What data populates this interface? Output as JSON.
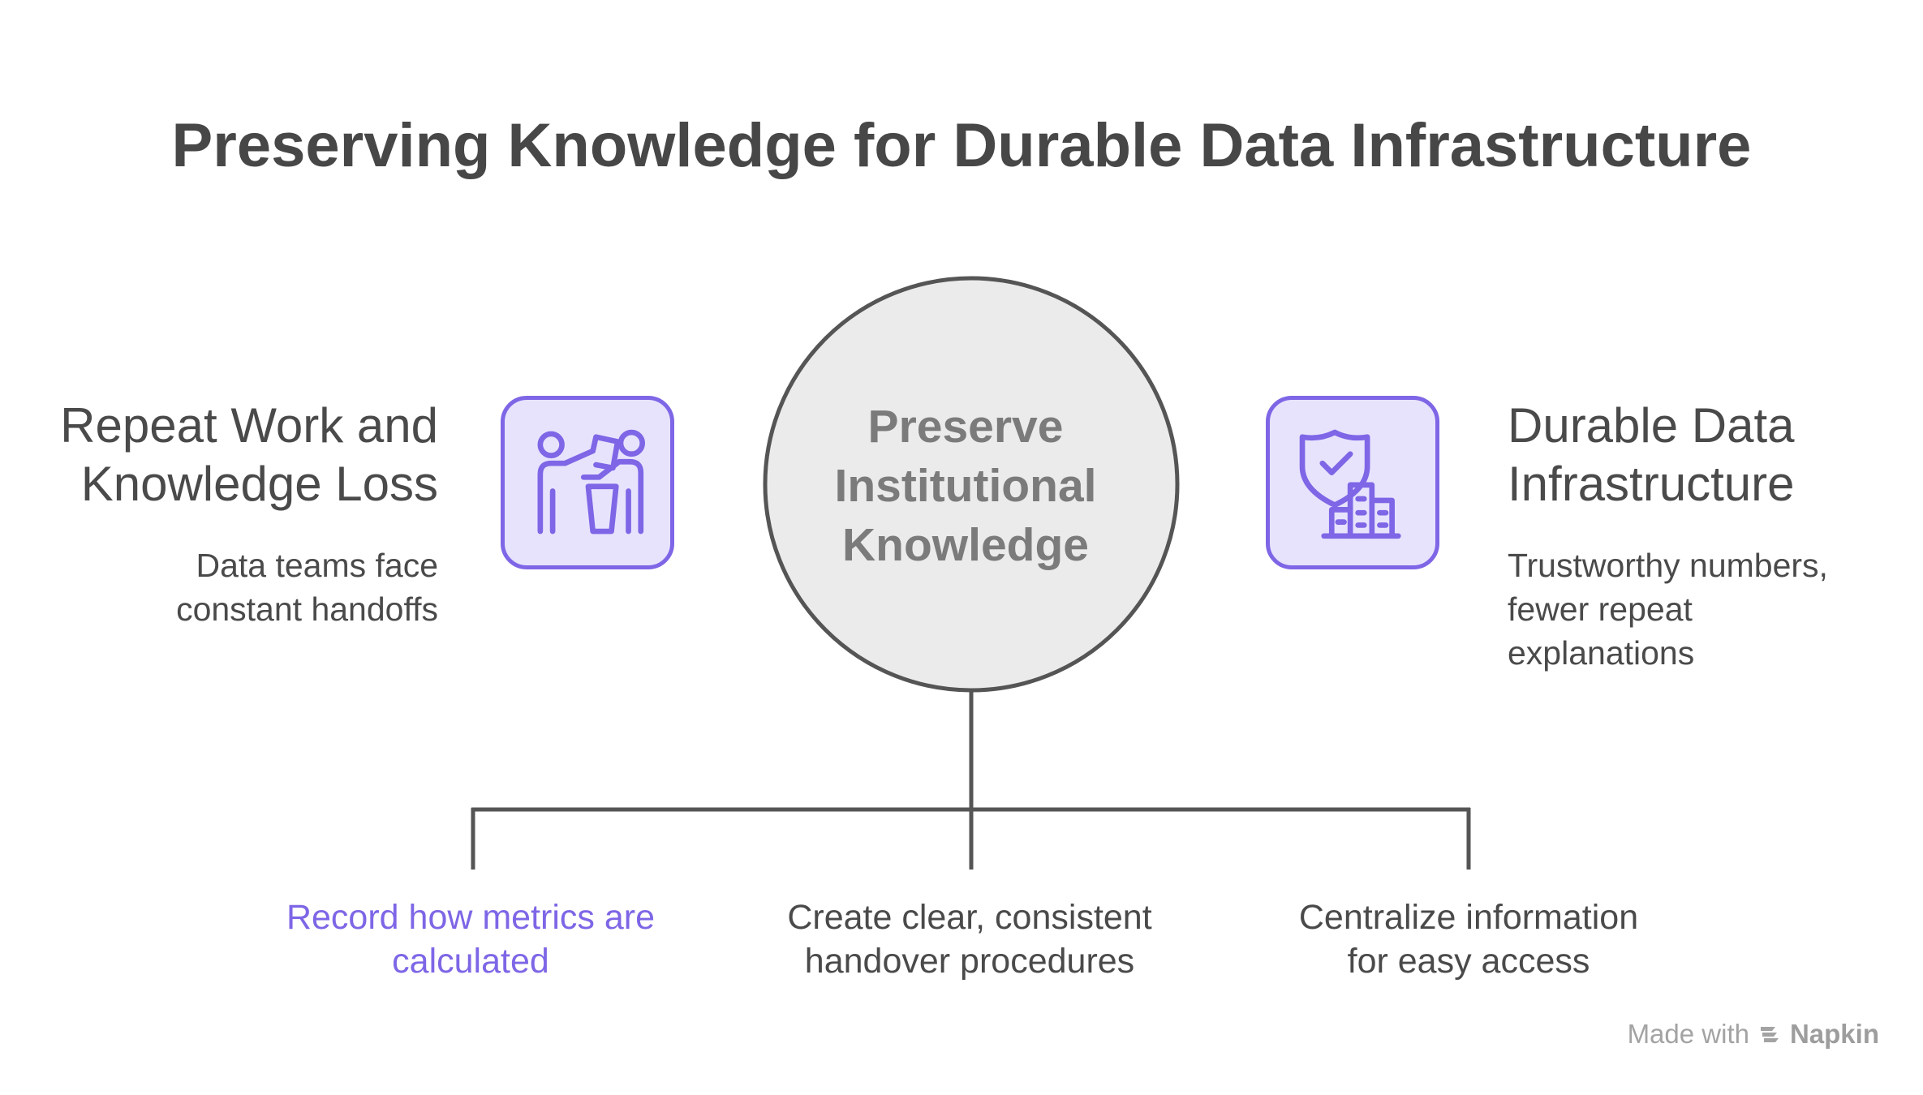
{
  "title": "Preserving Knowledge for Durable Data Infrastructure",
  "center": {
    "lines": [
      "Preserve",
      "Institutional",
      "Knowledge"
    ]
  },
  "left": {
    "title_lines": [
      "Repeat Work and",
      "Knowledge Loss"
    ],
    "desc_lines": [
      "Data teams face",
      "constant handoffs"
    ],
    "icon": "handoff-people-icon"
  },
  "right": {
    "title_lines": [
      "Durable Data",
      "Infrastructure"
    ],
    "desc_lines": [
      "Trustworthy numbers,",
      "fewer repeat",
      "explanations"
    ],
    "icon": "shield-building-icon"
  },
  "branches": [
    {
      "lines": [
        "Record how metrics are",
        "calculated"
      ],
      "highlighted": true
    },
    {
      "lines": [
        "Create clear, consistent",
        "handover procedures"
      ],
      "highlighted": false
    },
    {
      "lines": [
        "Centralize information",
        "for easy access"
      ],
      "highlighted": false
    }
  ],
  "footer": {
    "prefix": "Made with",
    "brand": "Napkin",
    "icon": "napkin-logo-icon"
  },
  "colors": {
    "accent": "#7e66e6",
    "accent_fill": "#e7e3fd",
    "circle_fill": "#ebebeb",
    "stroke": "#555555",
    "text": "#4a4a4a"
  }
}
